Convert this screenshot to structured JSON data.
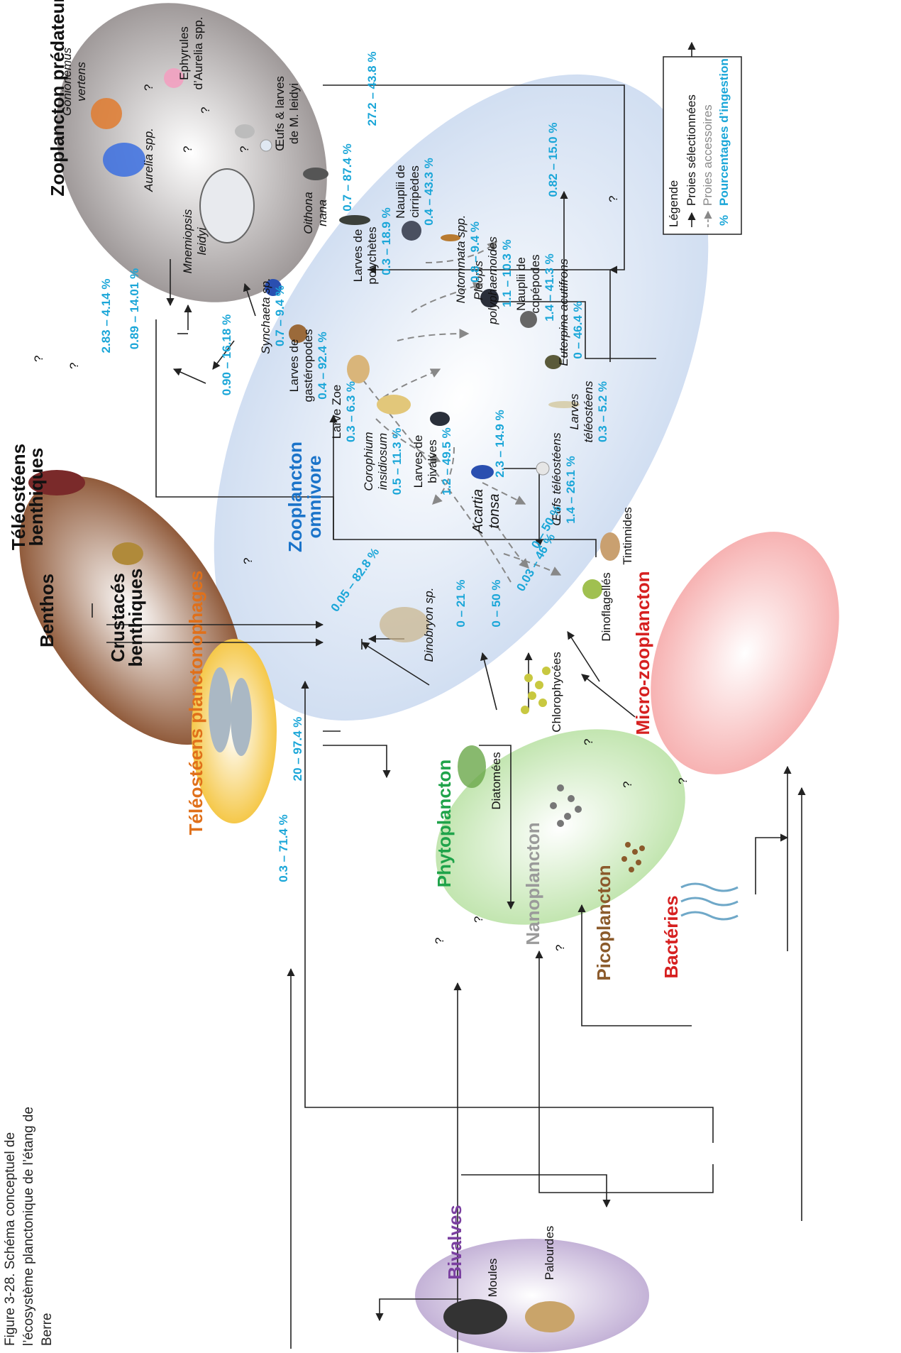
{
  "caption": {
    "line1": "Figure  3-28.  Schéma  conceptuel  de",
    "line2": "l’écosystème  planctonique  de  l’étang  de",
    "line3": "Berre"
  },
  "groups": {
    "zoo_predateur": "Zooplancton prédateur",
    "zoo_omnivore_1": "Zooplancton",
    "zoo_omnivore_2": "omnivore",
    "benthos": "Benthos",
    "teleo_benth_1": "Téléostéens",
    "teleo_benth_2": "benthiques",
    "crust_benth_1": "Crustacés",
    "crust_benth_2": "benthiques",
    "teleo_plancto": "Téléostéens planctonophages",
    "phytoplancton": "Phytoplancton",
    "nanoplancton": "Nanoplancton",
    "picoplancton": "Picoplancton",
    "bacteries": "Bactéries",
    "microzoo": "Micro-zooplancton",
    "bivalves": "Bivalves",
    "moules": "Moules",
    "palourdes": "Palourdes"
  },
  "organisms": {
    "gonionemus": "Gonionemus",
    "vertens": "vertens",
    "ephyrules": "Ephyrules",
    "ephyrules_2": "d’Aurelia spp.",
    "aurelia": "Aurelia spp.",
    "oeufs_1": "Œufs & larves",
    "oeufs_2": "de M. leidyi",
    "mnemiopsis": "Mnemiopsis",
    "leidyi": "leidyi",
    "oithona": "Oithona",
    "nana": "nana",
    "nauplii_cirr_1": "Nauplii de",
    "nauplii_cirr_2": "cirripèdes",
    "larves_poly_1": "Larves de",
    "larves_poly_2": "polychètes",
    "notommata": "Notommata spp.",
    "pleopis": "Pleopis",
    "polyphaemoides": "polyphaemoides",
    "synchaeta": "Synchaeta sp.",
    "gastero_1": "Larves de",
    "gastero_2": "gastéropodes",
    "nauplii_cop_1": "Nauplii de",
    "nauplii_cop_2": "copépodes",
    "euterpina": "Euterpina acutifrons",
    "larve_zoe": "Larve Zoe",
    "corophium": "Corophium",
    "insidiosum": "insidiosum",
    "bivalves_1": "Larves de",
    "bivalves_2": "bivalves",
    "acartia": "Acartia",
    "tonsa": "tonsa",
    "larves_teleo_1": "Larves",
    "larves_teleo_2": "téléostéens",
    "oeufs_teleo": "Œufs téléostéens",
    "tintinnides": "Tintinnides",
    "dinoflagelles": "Dinoflagellés",
    "dinobryon": "Dinobryon sp.",
    "diatomees": "Diatomées",
    "chlorophycees": "Chlorophycées"
  },
  "percentages": {
    "p_272": "27.2 – 43.8 %",
    "p_082": "0.82 – 15.0 %",
    "p_283": "2.83 – 4.14 %",
    "p_089": "0.89 – 14.01 %",
    "p_090": "0.90 – 16.18 %",
    "p_oithona": "0.7 – 87.4 %",
    "p_poly": "0.3 – 18.9 %",
    "p_cirr": "0.4 – 43.3 %",
    "p_notom": "0.8 – 9.4 %",
    "p_pleop": "1.1 – 10.3 %",
    "p_synch": "0.7 – 9.4 %",
    "p_gaster": "0.4 – 92.4 %",
    "p_naucop": "1.4 – 41.3 %",
    "p_euterp": "0 – 46.4 %",
    "p_zoe": "0.3 – 6.3 %",
    "p_coroph": "0.5 – 11.3 %",
    "p_bival": "1.2 – 49.5 %",
    "p_acartia": "2.3 – 14.9 %",
    "p_larvteleo": "0.3 – 5.2 %",
    "p_oeufteleo": "1.4 – 26.1 %",
    "p_tint": "0 – 50 %",
    "p_dino": "0.03 – 46 %",
    "p_dinob": "0.05 – 82.8 %",
    "p_diat": "0 – 21 %",
    "p_chloro": "0 – 50 %",
    "p_nano": "20 – 97.4 %",
    "p_pico": "0.3 – 71.4 %"
  },
  "unknown_mark": "?",
  "legend": {
    "title": "Légende",
    "selected": "Proies sélectionnées",
    "accessory": "Proies accessoires",
    "pct_symbol": "%",
    "pct_label": "Pourcentages d’ingestion"
  },
  "colors": {
    "percent": "#1aa6d8",
    "zoo_omnivore": "#1a73c9",
    "phytoplancton": "#1fa34a",
    "picoplancton": "#8b5a2b",
    "bacteries": "#d62020",
    "microzoo": "#d62020",
    "bivalves": "#7a3fa0",
    "teleo_plancto": "#e0701a",
    "nanoplancton": "#9a9a9a"
  }
}
